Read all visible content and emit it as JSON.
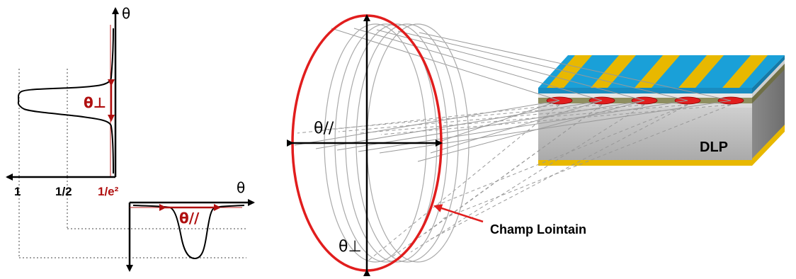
{
  "left_plot": {
    "axis_symbol": "θ",
    "tick_labels": [
      "1",
      "1/2",
      "1/e²"
    ],
    "theta_perp": "θ⊥"
  },
  "bottom_plot": {
    "axis_symbol": "θ",
    "theta_par": "θ//"
  },
  "far_field": {
    "theta_par": "θ//",
    "theta_perp": "θ⊥",
    "callout": "Champ Lointain"
  },
  "device": {
    "label": "DLP",
    "emitter_count": 5
  },
  "colors": {
    "accent_red": "#e11d1d",
    "dark_red": "#b01010",
    "gold": "#e8b800",
    "blue": "#1aa0d8",
    "gray_front": "#b5b5b5",
    "gray_side": "#8c8c8c"
  }
}
